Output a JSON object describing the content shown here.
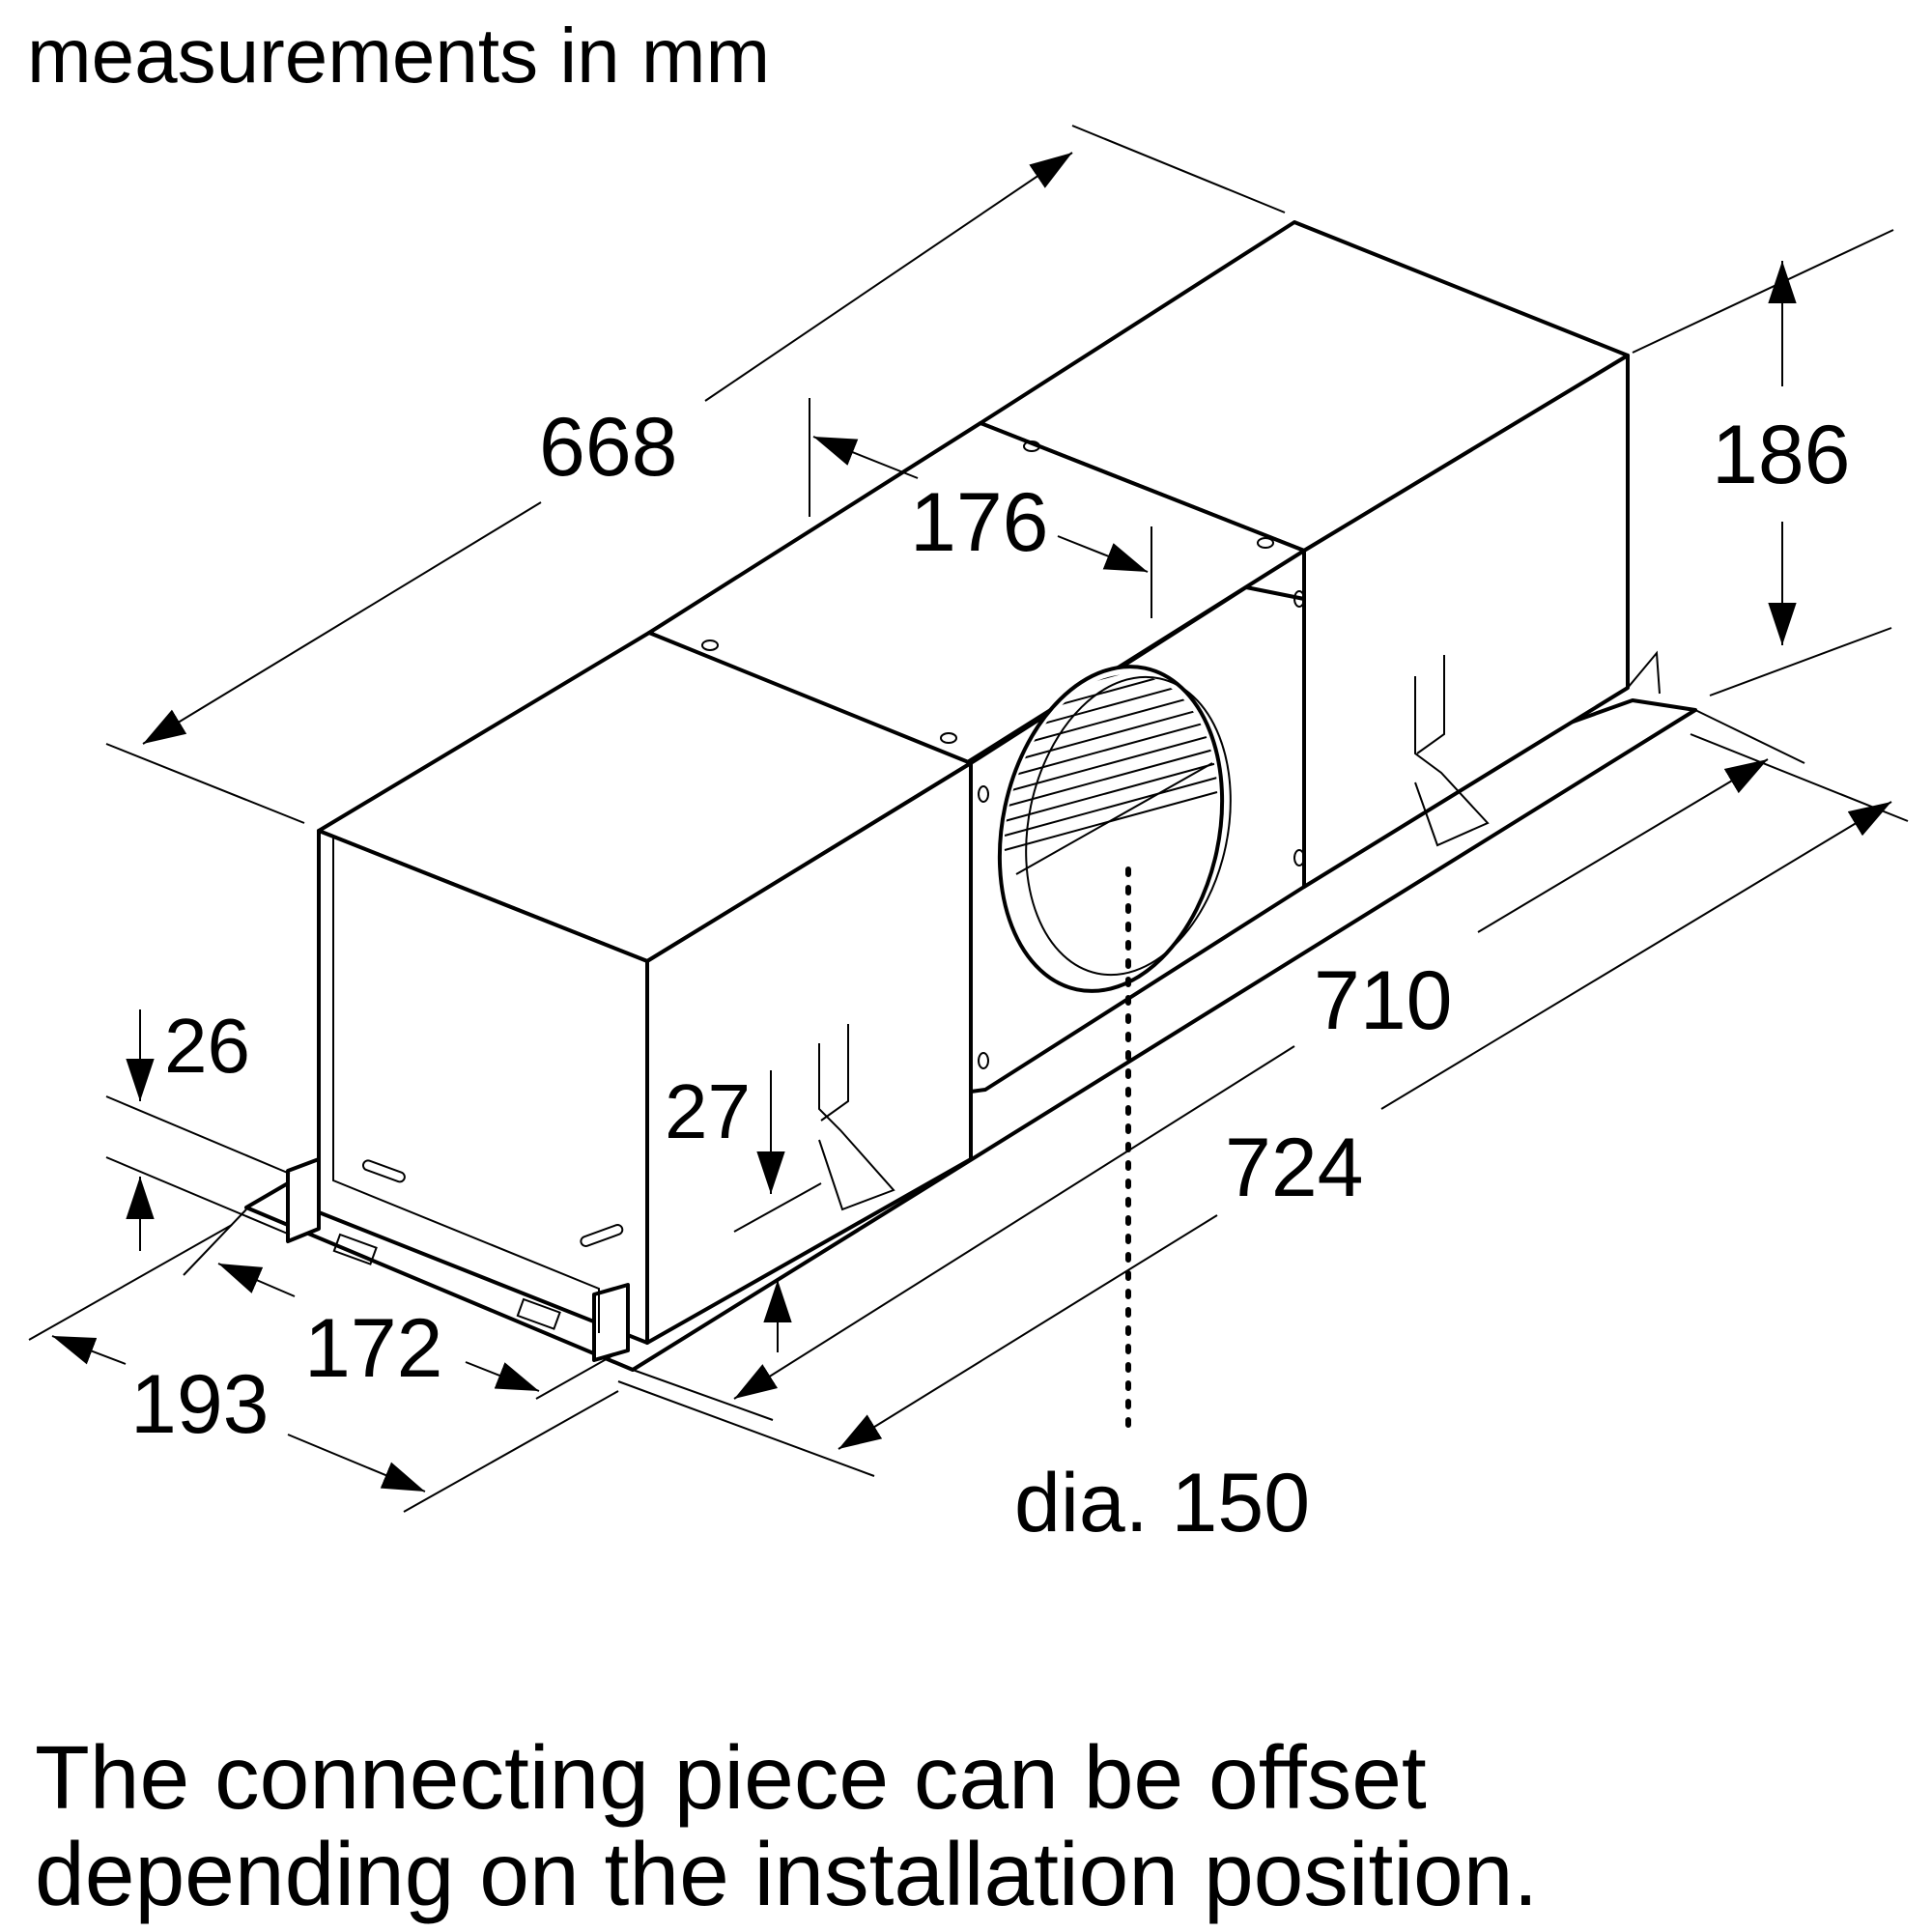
{
  "header": {
    "units_note": "measurements in mm"
  },
  "dimensions": {
    "depth": "668",
    "height": "186",
    "outlet_offset": "176",
    "inner_length": "710",
    "outer_length": "724",
    "inner_width": "172",
    "outer_width": "193",
    "flange_26": "26",
    "flange_27": "27",
    "duct_diameter": "dia. 150"
  },
  "caption": {
    "line1": "The connecting piece can be offset",
    "line2": "depending on the installation position."
  }
}
